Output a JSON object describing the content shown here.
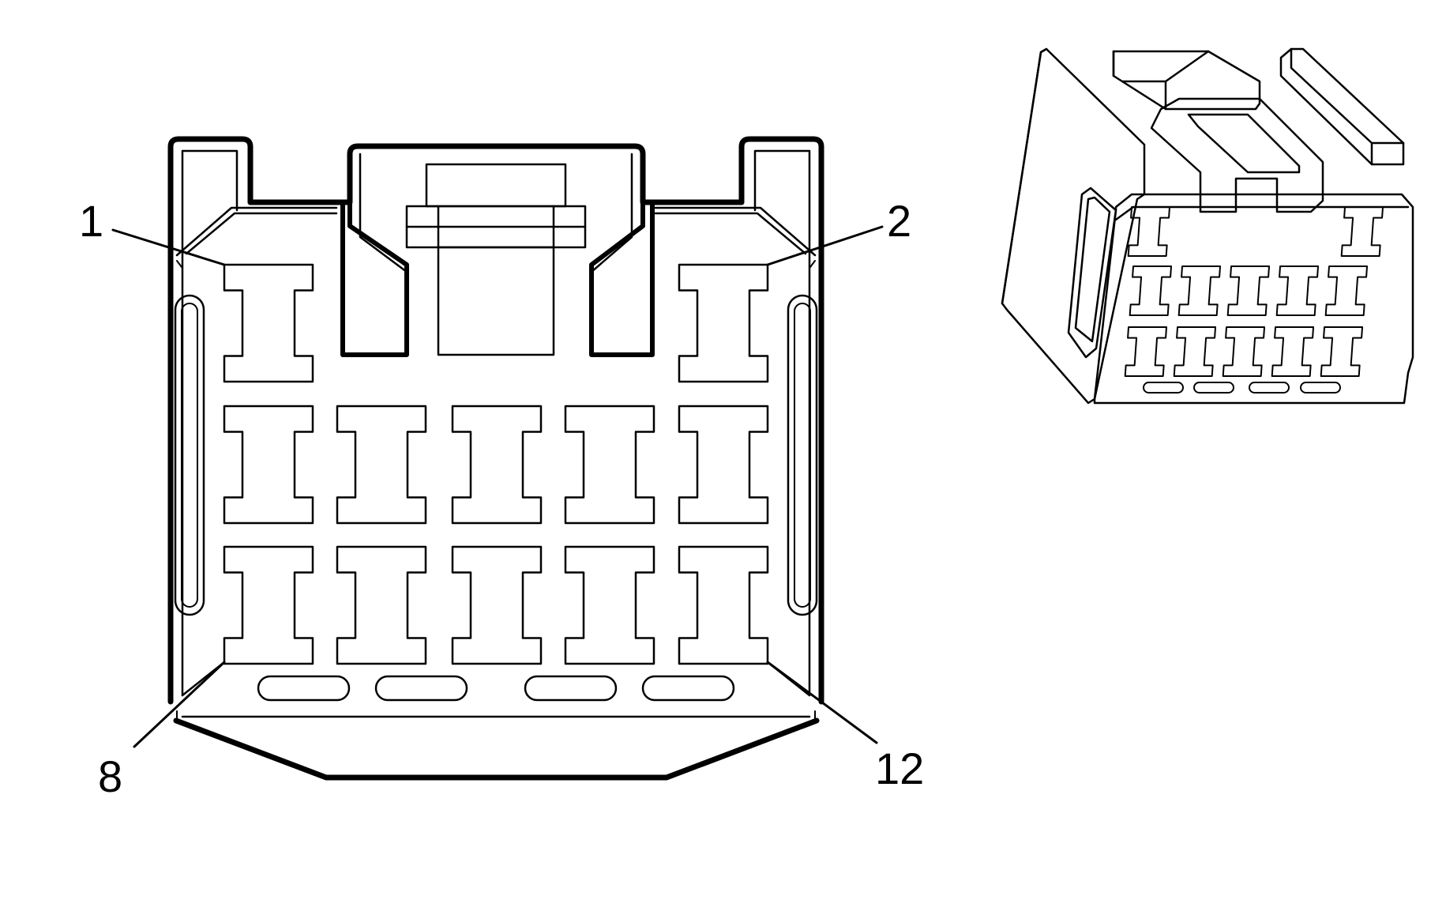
{
  "colors": {
    "line": "#000000",
    "background": "#ffffff"
  },
  "front_view": {
    "callouts": [
      {
        "id": "c1",
        "text": "1"
      },
      {
        "id": "c2",
        "text": "2"
      },
      {
        "id": "c8",
        "text": "8"
      },
      {
        "id": "c12",
        "text": "12"
      }
    ],
    "cavity_rows": [
      {
        "row": "top",
        "count": 2
      },
      {
        "row": "middle",
        "count": 5
      },
      {
        "row": "bottom",
        "count": 5
      }
    ],
    "slot_count": 4
  },
  "iso_view": {
    "cavity_rows": [
      2,
      5,
      5
    ],
    "slot_count": 4
  }
}
